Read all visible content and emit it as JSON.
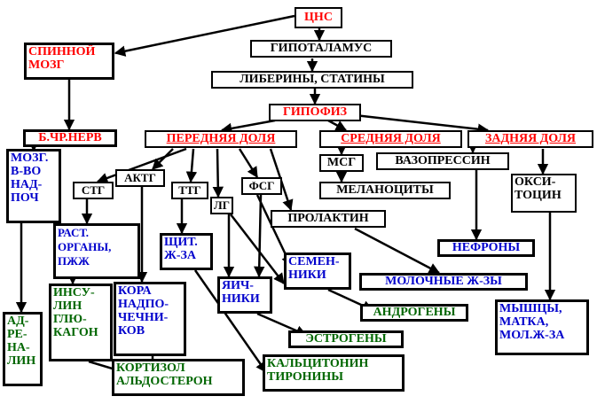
{
  "nodes": {
    "cns": "ЦНС",
    "spinal_cord": [
      "СПИННОЙ",
      "МОЗГ"
    ],
    "hypothalamus": "ГИПОТАЛАМУС",
    "liberins": "ЛИБЕРИНЫ, СТАТИНЫ",
    "hypophysis": "ГИПОФИЗ",
    "nerve": "Б.ЧР.НЕРВ",
    "anterior_lobe": "ПЕРЕДНЯЯ ДОЛЯ",
    "middle_lobe": "СРЕДНЯЯ ДОЛЯ",
    "posterior_lobe": "ЗАДНЯЯ ДОЛЯ",
    "adrenal_medulla": [
      "МОЗГ.",
      "В-ВО",
      "НАД-",
      "ПОЧ"
    ],
    "stg": "СТГ",
    "actg": "АКТГ",
    "ttg": "ТТГ",
    "fsg": "ФСГ",
    "lg": "ЛГ",
    "msg": "МСГ",
    "vasopressin": "ВАЗОПРЕССИН",
    "oxytocin": [
      "ОКСИ-",
      "ТОЦИН"
    ],
    "melanocytes": "МЕЛАНОЦИТЫ",
    "prolactin": "ПРОЛАКТИН",
    "plants_organs": [
      "РАСТ.",
      "ОРГАНЫ,",
      "ПЖЖ"
    ],
    "thyroid": [
      "ЩИТ.",
      "Ж-ЗА"
    ],
    "nephrons": "НЕФРОНЫ",
    "testes": [
      "СЕМЕН-",
      "НИКИ"
    ],
    "insulin": [
      "ИНСУ-",
      "ЛИН",
      "ГЛЮ-",
      "КАГОН"
    ],
    "cortex": [
      "КОРА",
      "НАДПО-",
      "ЧЕЧНИ-",
      "КОВ"
    ],
    "ovaries": [
      "ЯИЧ-",
      "НИКИ"
    ],
    "mammary": "МОЛОЧНЫЕ Ж-ЗЫ",
    "androgens": "АНДРОГЕНЫ",
    "adrenaline": [
      "АД-",
      "РЕ-",
      "НА-",
      "ЛИН"
    ],
    "muscles": [
      "МЫШЦЫ,",
      "МАТКА,",
      "МОЛ.Ж-ЗА"
    ],
    "estrogens": "ЭСТРОГЕНЫ",
    "cortisol": [
      "КОРТИЗОЛ",
      "АЛЬДОСТЕРОН"
    ],
    "calcitonin": [
      "КАЛЬЦИТОНИН",
      "ТИРОНИНЫ"
    ]
  },
  "colors": {
    "red": "#ff0000",
    "black": "#000000",
    "blue": "#0000cc",
    "green": "#006600"
  }
}
